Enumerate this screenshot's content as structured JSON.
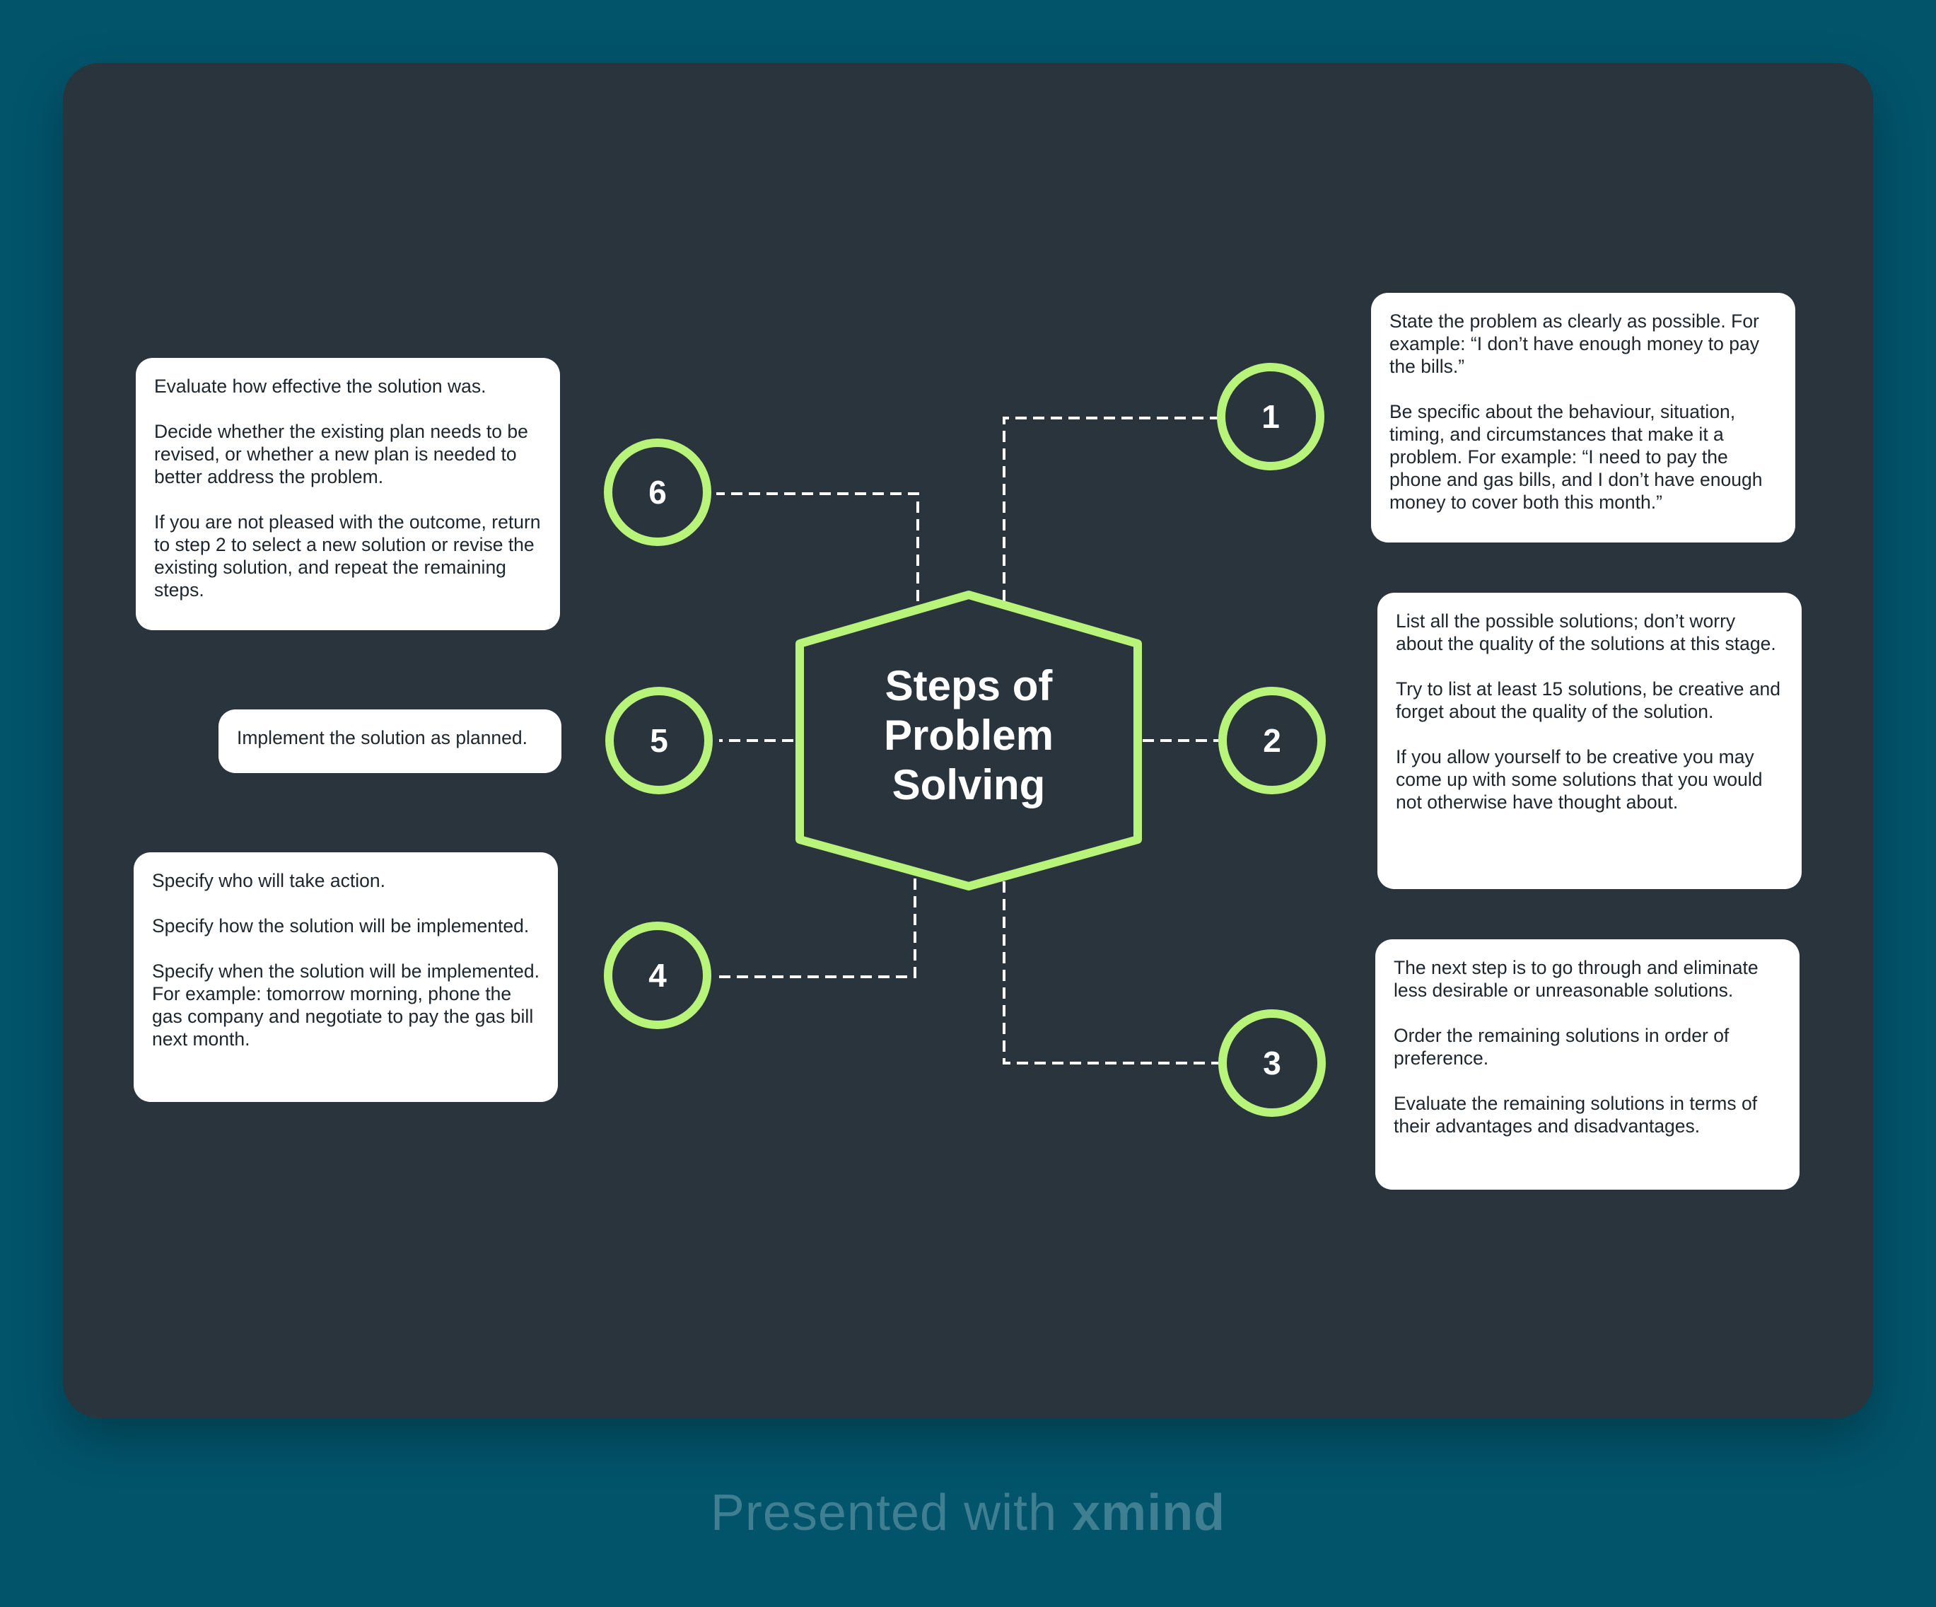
{
  "diagram": {
    "center": {
      "lines": [
        "Steps of",
        "Problem",
        "Solving"
      ]
    },
    "steps": [
      {
        "number": "1",
        "paragraphs": [
          "State the problem as clearly as possible. For example: “I don’t have enough money to pay the bills.”",
          "Be specific about the behaviour, situation, timing, and circumstances that make it a problem. For example: “I need to pay the phone and gas bills, and I don’t have enough money to cover both this month.”"
        ]
      },
      {
        "number": "2",
        "paragraphs": [
          "List all the possible solutions; don’t worry about the quality of the solutions at this stage.",
          "Try to list at least 15 solutions, be creative and forget about the quality of the solution.",
          "If you allow yourself to be creative you may come up with some solutions that you would not otherwise have thought about."
        ]
      },
      {
        "number": "3",
        "paragraphs": [
          "The next step is to go through and eliminate less desirable or unreasonable solutions.",
          "Order the remaining solutions in order of preference.",
          "Evaluate the remaining solutions in terms of their advantages and disadvantages."
        ]
      },
      {
        "number": "4",
        "paragraphs": [
          "Specify who will take action.",
          "Specify how the solution will be implemented.",
          "Specify when the solution will be implemented. For example: tomorrow morning, phone the gas company and negotiate to pay the gas bill next month."
        ]
      },
      {
        "number": "5",
        "paragraphs": [
          "Implement the solution as planned."
        ]
      },
      {
        "number": "6",
        "paragraphs": [
          "Evaluate how effective the solution was.",
          "Decide whether the existing plan needs to be revised, or whether a new plan is needed to better address the problem.",
          "If you are not pleased with the outcome, return to step 2 to select a new solution or revise the existing solution, and repeat the remaining steps."
        ]
      }
    ]
  },
  "footer": {
    "prefix": "Presented with",
    "brand": "xmind"
  },
  "colors": {
    "page_bg": "#02546b",
    "board_bg": "#29343d",
    "accent": "#b9f47a",
    "card_bg": "#ffffff"
  }
}
